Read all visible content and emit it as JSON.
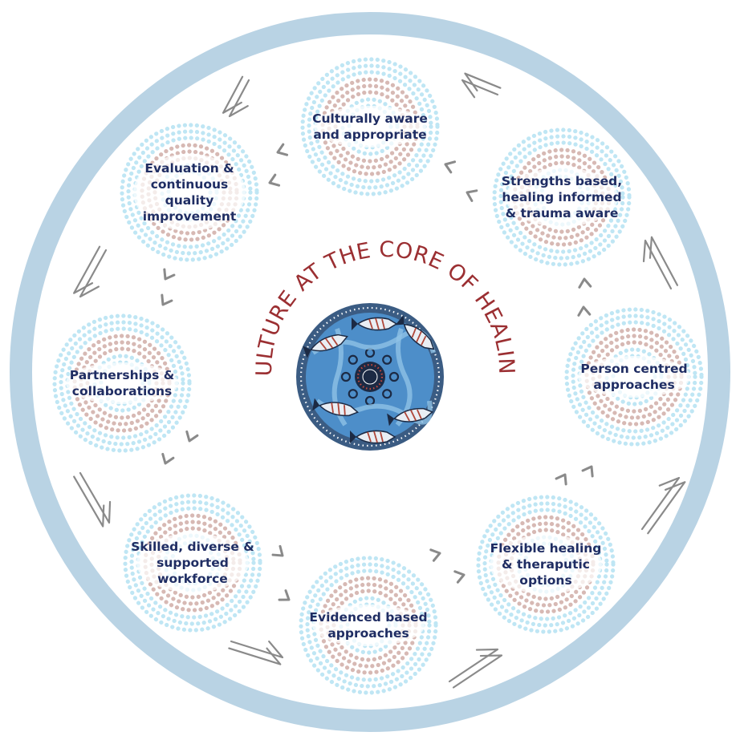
{
  "core": {
    "title": "CULTURE AT THE CORE OF HEALING"
  },
  "nodes": [
    {
      "key": "culturally-aware",
      "lines": [
        "Culturally aware",
        "and appropriate"
      ]
    },
    {
      "key": "strengths-based",
      "lines": [
        "Strengths based,",
        "healing informed",
        "& trauma aware"
      ]
    },
    {
      "key": "person-centred",
      "lines": [
        "Person centred",
        "approaches"
      ]
    },
    {
      "key": "flexible-healing",
      "lines": [
        "Flexible healing",
        "& theraputic",
        "options"
      ]
    },
    {
      "key": "evidenced-based",
      "lines": [
        "Evidenced based",
        "approaches"
      ]
    },
    {
      "key": "skilled-workforce",
      "lines": [
        "Skilled, diverse &",
        "supported",
        "workforce"
      ]
    },
    {
      "key": "partnerships",
      "lines": [
        "Partnerships &",
        "collaborations"
      ]
    },
    {
      "key": "evaluation",
      "lines": [
        "Evaluation &",
        "continuous",
        "quality",
        "improvement"
      ]
    }
  ],
  "colors": {
    "outer_ring": "#b9d3e4",
    "dot_blue": "#bfe6f4",
    "dot_rose": "#d7b9b4",
    "text": "#1f2d63",
    "title": "#9b2f32",
    "arrow": "#8a8a8a",
    "core_water": "#4d8ec9",
    "core_rim": "#3b5c83"
  }
}
